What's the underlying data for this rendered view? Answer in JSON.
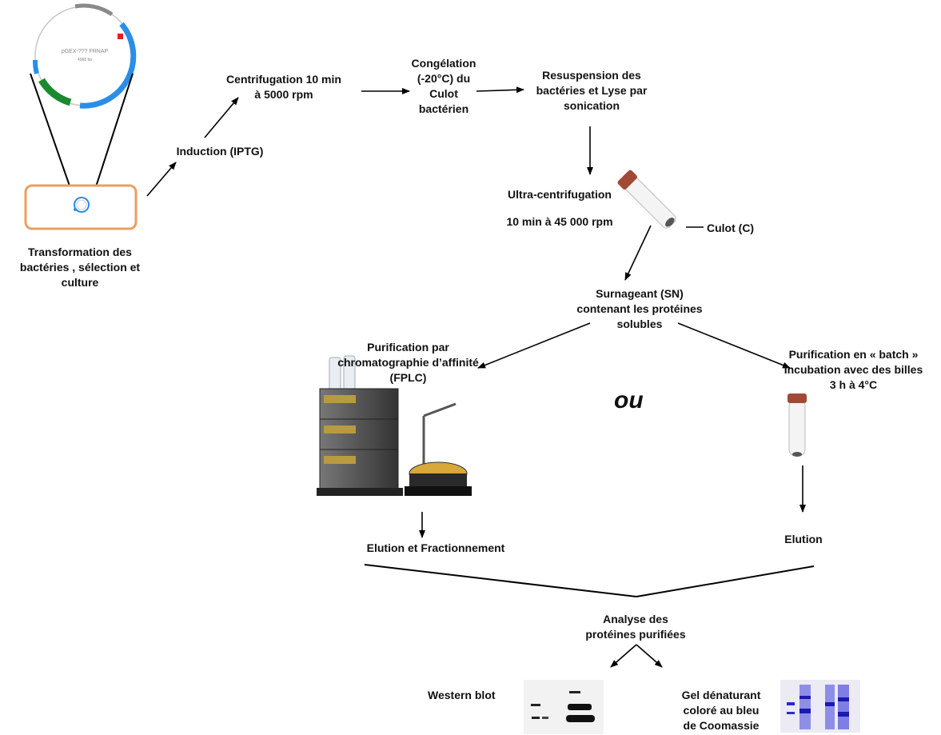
{
  "steps": {
    "transformation": "Transformation des\nbactéries , sélection et\nculture",
    "induction": "Induction (IPTG)",
    "centrifugation": "Centrifugation 10 min\nà 5000 rpm",
    "congelation": "Congélation\n(-20°C) du\nCulot\nbactérien",
    "resuspension": "Resuspension des\nbactéries et Lyse  par\nsonication",
    "ultra_title": "Ultra-centrifugation",
    "ultra_detail": "10 min à 45 000 rpm",
    "culot": "Culot (C)",
    "surnageant": "Surnageant (SN)\ncontenant les protéines\nsolubles",
    "purif_affinite": "Purification par\nchromatographie d’affinité\n(FPLC)",
    "purif_batch": "Purification  en « batch »\nIncubation avec des billes\n3 h à 4°C",
    "ou": "ou",
    "elution_fract": "Elution et  Fractionnement",
    "elution": "Elution",
    "analyse": "Analyse des\nprotéines purifiées",
    "western": "Western blot",
    "gel": "Gel dénaturant\ncoloré au bleu\nde Coomassie"
  },
  "plasmid": {
    "title": "pGEX-??? FRNAP",
    "subtitle": "4968 bp"
  },
  "colors": {
    "plate_border": "#e8a060",
    "plasmid_blue": "#2a8ee8",
    "plasmid_green": "#1a8a30",
    "coomassie": "#2a2ad0"
  }
}
